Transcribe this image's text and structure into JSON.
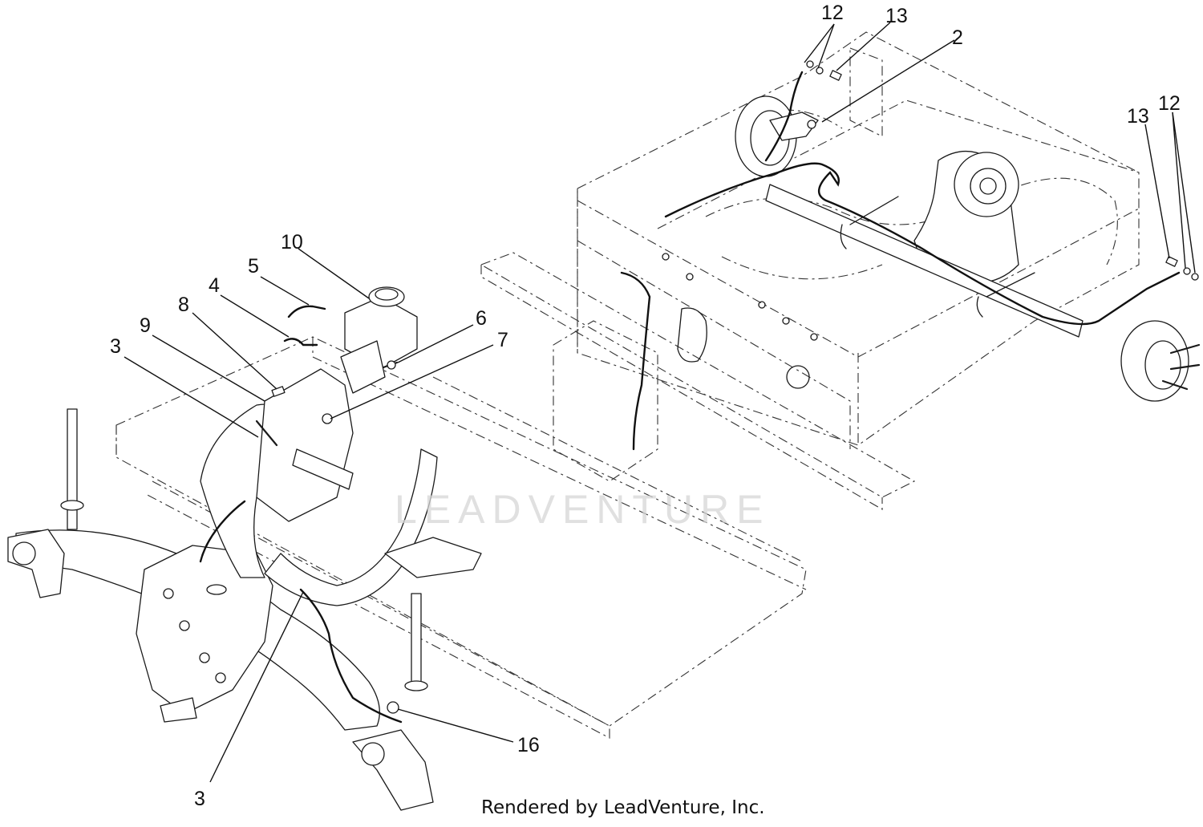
{
  "diagram": {
    "callouts": [
      {
        "id": "c12a",
        "label": "12"
      },
      {
        "id": "c13a",
        "label": "13"
      },
      {
        "id": "c2",
        "label": "2"
      },
      {
        "id": "c13b",
        "label": "13"
      },
      {
        "id": "c12b",
        "label": "12"
      },
      {
        "id": "c10",
        "label": "10"
      },
      {
        "id": "c5",
        "label": "5"
      },
      {
        "id": "c4",
        "label": "4"
      },
      {
        "id": "c8",
        "label": "8"
      },
      {
        "id": "c9",
        "label": "9"
      },
      {
        "id": "c6",
        "label": "6"
      },
      {
        "id": "c7",
        "label": "7"
      },
      {
        "id": "c3a",
        "label": "3"
      },
      {
        "id": "c16",
        "label": "16"
      },
      {
        "id": "c3b",
        "label": "3"
      }
    ],
    "watermark": "LEADVENTURE",
    "credit": "Rendered by LeadVenture, Inc."
  }
}
